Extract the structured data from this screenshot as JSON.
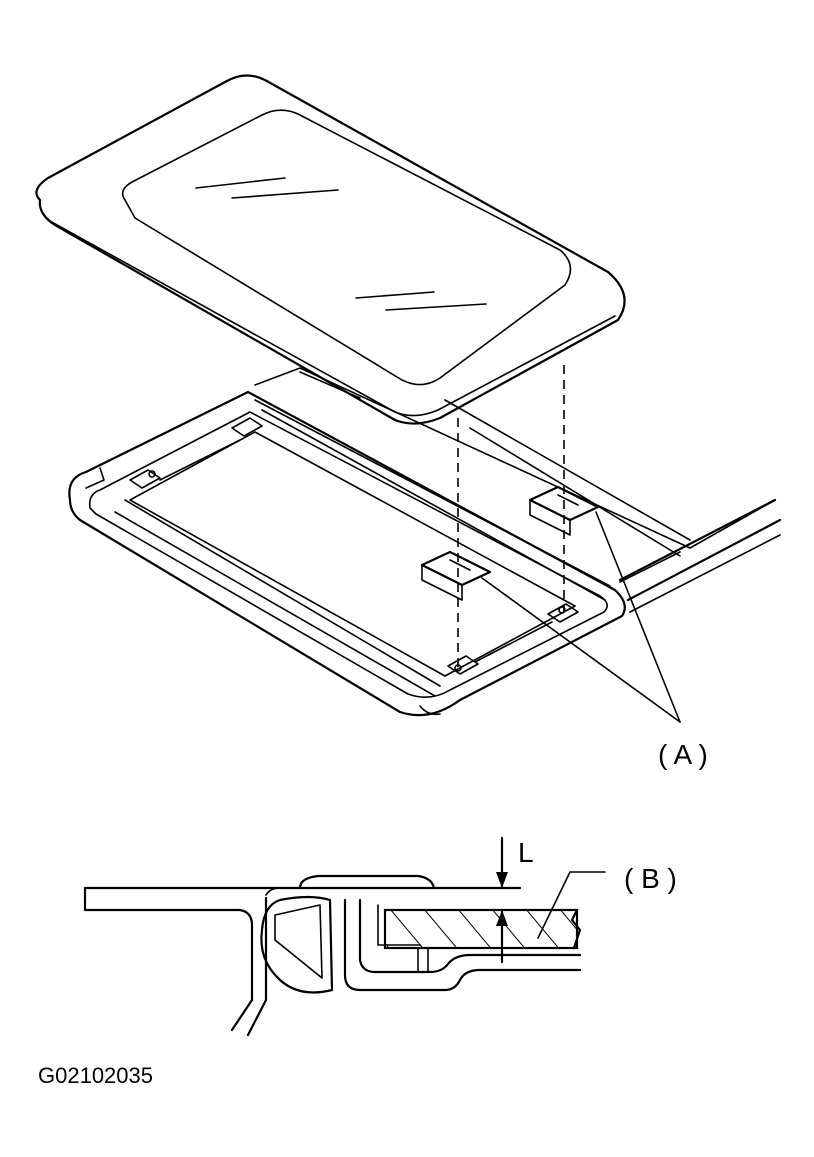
{
  "labels": {
    "a": "( A )",
    "b": "( B )",
    "l": "L",
    "figure_code": "G02102035"
  },
  "colors": {
    "line": "#000000",
    "background": "#ffffff"
  }
}
